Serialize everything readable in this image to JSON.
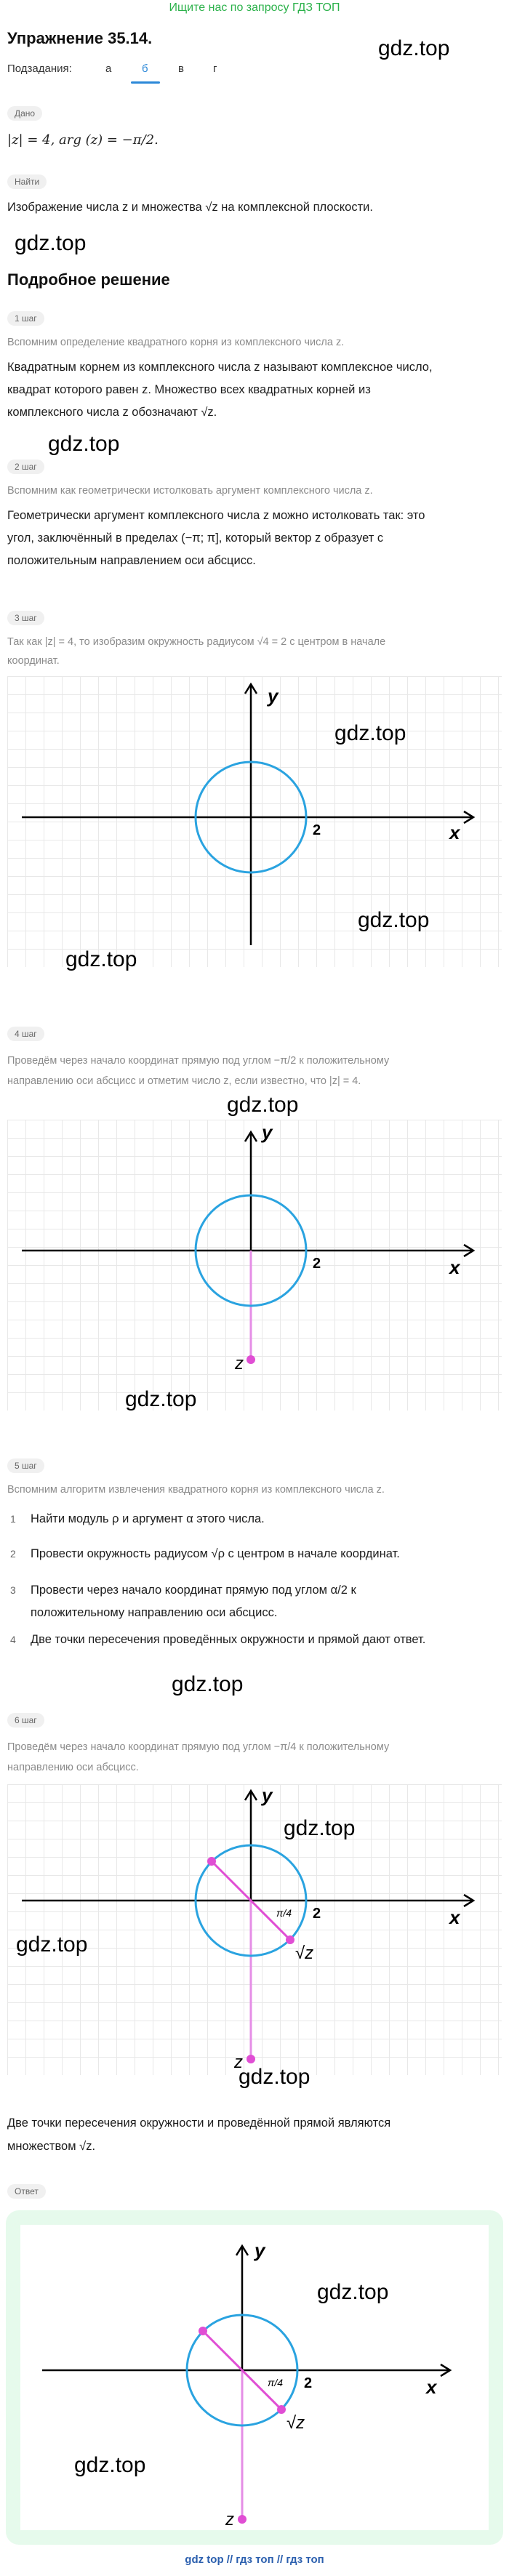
{
  "top_link": "Ищите нас по запросу ГДЗ ТОП",
  "title": "Упражнение 35.14.",
  "subtasks": {
    "label": "Подзадания:",
    "tabs": [
      "а",
      "б",
      "в",
      "г"
    ]
  },
  "watermark": "gdz.top",
  "given": {
    "pill": "Дано",
    "expr": "|z| = 4,  arg (z) = −π/2."
  },
  "find": {
    "pill": "Найти",
    "text": "Изображение числа z и множества √z на комплексной плоскости."
  },
  "solution_title": "Подробное решение",
  "steps": [
    {
      "pill": "1 шаг",
      "gray": "Вспомним определение квадратного корня из комплексного числа z.",
      "lines": [
        "Квадратным корнем из комплексного числа z называют комплексное число,",
        "квадрат которого равен z. Множество всех квадратных корней из",
        "комплексного числа z обозначают √z."
      ]
    },
    {
      "pill": "2 шаг",
      "gray": "Вспомним как геометрически истолковать аргумент комплексного числа z.",
      "lines": [
        "Геометрически аргумент комплексного числа z можно истолковать так: это",
        "угол, заключённый в пределах (−π; π], который вектор z образует с",
        "положительным направлением оси абсцисс."
      ]
    },
    {
      "pill": "3 шаг",
      "gray_lines": [
        "Так как |z| = 4, то изобразим окружность радиусом √4 = 2 с центром в начале",
        "координат."
      ]
    },
    {
      "pill": "4 шаг",
      "gray_lines": [
        "Проведём через начало координат прямую под углом −π/2 к положительному",
        "направлению оси абсцисс и отметим число z, если известно, что |z| = 4."
      ]
    },
    {
      "pill": "5 шаг",
      "gray": "Вспомним алгоритм извлечения квадратного корня из комплексного числа z.",
      "list": [
        "Найти модуль ρ и аргумент α этого числа.",
        "Провести окружность радиусом √ρ с центром в начале координат.",
        "Провести через начало координат прямую под углом α/2 к",
        "положительному направлению оси абсцисс.",
        "Две точки пересечения проведённых окружности и прямой дают ответ."
      ]
    },
    {
      "pill": "6 шаг",
      "gray_lines": [
        "Проведём через начало координат прямую под углом −π/4 к положительному",
        "направлению оси абсцисс."
      ]
    }
  ],
  "conclusion": [
    "Две точки пересечения окружности и проведённой прямой являются",
    "множеством √z."
  ],
  "answer_pill": "Ответ",
  "graph_labels": {
    "x": "x",
    "y": "y",
    "two": "2",
    "z": "z",
    "sqrtz": "√z",
    "angle": "π/4"
  },
  "footer": "gdz top // гдз топ // гдз топ",
  "colors": {
    "circle": "#2aa3e0",
    "line": "#e58ee6",
    "point": "#e04ed4",
    "accent": "#2b88d8"
  }
}
